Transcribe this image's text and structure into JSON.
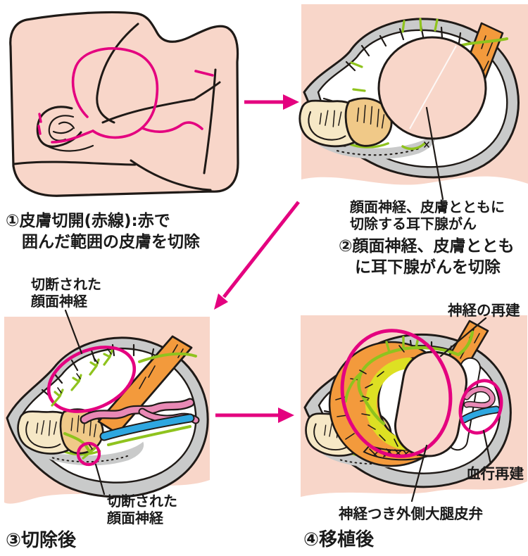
{
  "colors": {
    "magenta": "#e4007f",
    "skin": "#f8d6c9",
    "outline": "#1f1a17",
    "gray": "#c9caca",
    "orange": "#f39a3c",
    "nerve": "#8fc31e",
    "vesselpink": "#e989b5",
    "veinblue": "#2ea7e0",
    "fascia": "#dde023",
    "earcream": "#f6e8c6",
    "gland": "#f0c988"
  },
  "figure": {
    "step1": {
      "caption": [
        "①皮膚切開(赤線):赤で",
        "囲んだ範囲の皮膚を切除"
      ]
    },
    "step2": {
      "annotation": [
        "顔面神経、皮膚とともに",
        "切除する耳下腺がん"
      ],
      "caption": [
        "②顔面神経、皮膚ととも",
        "に耳下腺がんを切除"
      ]
    },
    "step3": {
      "annotation_top": [
        "切断された",
        "顔面神経"
      ],
      "annotation_bottom": [
        "切断された",
        "顔面神経"
      ],
      "caption": "③切除後"
    },
    "step4": {
      "annotation_nerve": "神経の再建",
      "annotation_vessel": "血行再建",
      "annotation_flap": "神経つき外側大腿皮弁",
      "caption": "④移植後"
    }
  }
}
